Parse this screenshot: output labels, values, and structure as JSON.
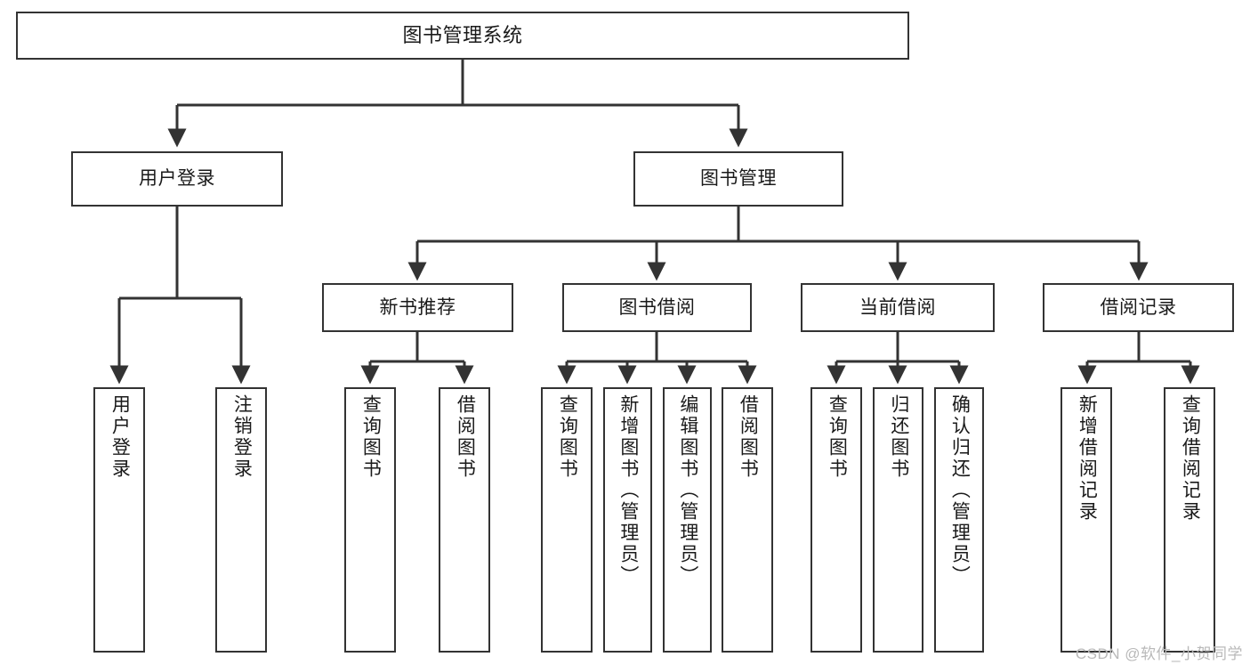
{
  "diagram": {
    "title": "图书管理系统",
    "type": "tree",
    "root": {
      "id": "root",
      "label": "图书管理系统"
    },
    "level2": [
      {
        "id": "user-login",
        "label": "用户登录"
      },
      {
        "id": "book-manage",
        "label": "图书管理"
      }
    ],
    "level3": [
      {
        "id": "new-book-rec",
        "label": "新书推荐"
      },
      {
        "id": "book-borrow",
        "label": "图书借阅"
      },
      {
        "id": "current-borrow",
        "label": "当前借阅"
      },
      {
        "id": "borrow-record",
        "label": "借阅记录"
      }
    ],
    "leaves": {
      "user-login": [
        {
          "id": "leaf-user-login",
          "label": "用户登录"
        },
        {
          "id": "leaf-logout",
          "label": "注销登录"
        }
      ],
      "new-book-rec": [
        {
          "id": "leaf-query-book-1",
          "label": "查询图书"
        },
        {
          "id": "leaf-borrow-book-1",
          "label": "借阅图书"
        }
      ],
      "book-borrow": [
        {
          "id": "leaf-query-book-2",
          "label": "查询图书"
        },
        {
          "id": "leaf-add-book",
          "label": "新增图书（管理员）"
        },
        {
          "id": "leaf-edit-book",
          "label": "编辑图书（管理员）"
        },
        {
          "id": "leaf-borrow-book-2",
          "label": "借阅图书"
        }
      ],
      "current-borrow": [
        {
          "id": "leaf-query-book-3",
          "label": "查询图书"
        },
        {
          "id": "leaf-return-book",
          "label": "归还图书"
        },
        {
          "id": "leaf-confirm-return",
          "label": "确认归还（管理员）"
        }
      ],
      "borrow-record": [
        {
          "id": "leaf-add-record",
          "label": "新增借阅记录"
        },
        {
          "id": "leaf-query-record",
          "label": "查询借阅记录"
        }
      ]
    }
  },
  "watermark": {
    "text": "CSDN @软件_小贺同学"
  },
  "colors": {
    "border": "#333333",
    "background": "#ffffff",
    "text": "#1a1a1a",
    "watermark": "#b9b9b9"
  }
}
